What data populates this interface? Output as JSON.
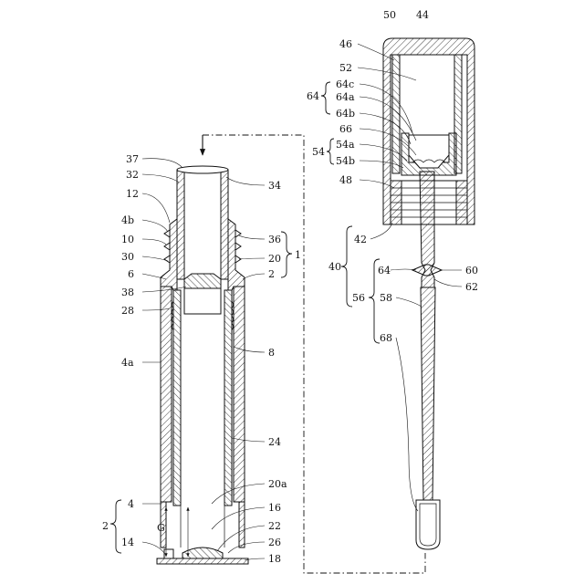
{
  "labels": {
    "l37": "37",
    "l32": "32",
    "l34": "34",
    "l12": "12",
    "l4b": "4b",
    "l10": "10",
    "l36": "36",
    "l20": "20",
    "l1": "1",
    "l30": "30",
    "l6": "6",
    "l2": "2",
    "l38": "38",
    "l28": "28",
    "l8": "8",
    "l4a": "4a",
    "l24": "24",
    "l20a": "20a",
    "l4": "4",
    "l16": "16",
    "l2b": "2",
    "lG": "G",
    "l22": "22",
    "l14": "14",
    "l26": "26",
    "l18": "18",
    "l50": "50",
    "l44": "44",
    "l46": "46",
    "l52": "52",
    "l64": "64",
    "l64c": "64c",
    "l64a": "64a",
    "l64b": "64b",
    "l66": "66",
    "l54": "54",
    "l54a": "54a",
    "l54b": "54b",
    "l48": "48",
    "l42": "42",
    "l40": "40",
    "l64r": "64",
    "l60": "60",
    "l56": "56",
    "l58": "58",
    "l62": "62",
    "l68": "68"
  }
}
